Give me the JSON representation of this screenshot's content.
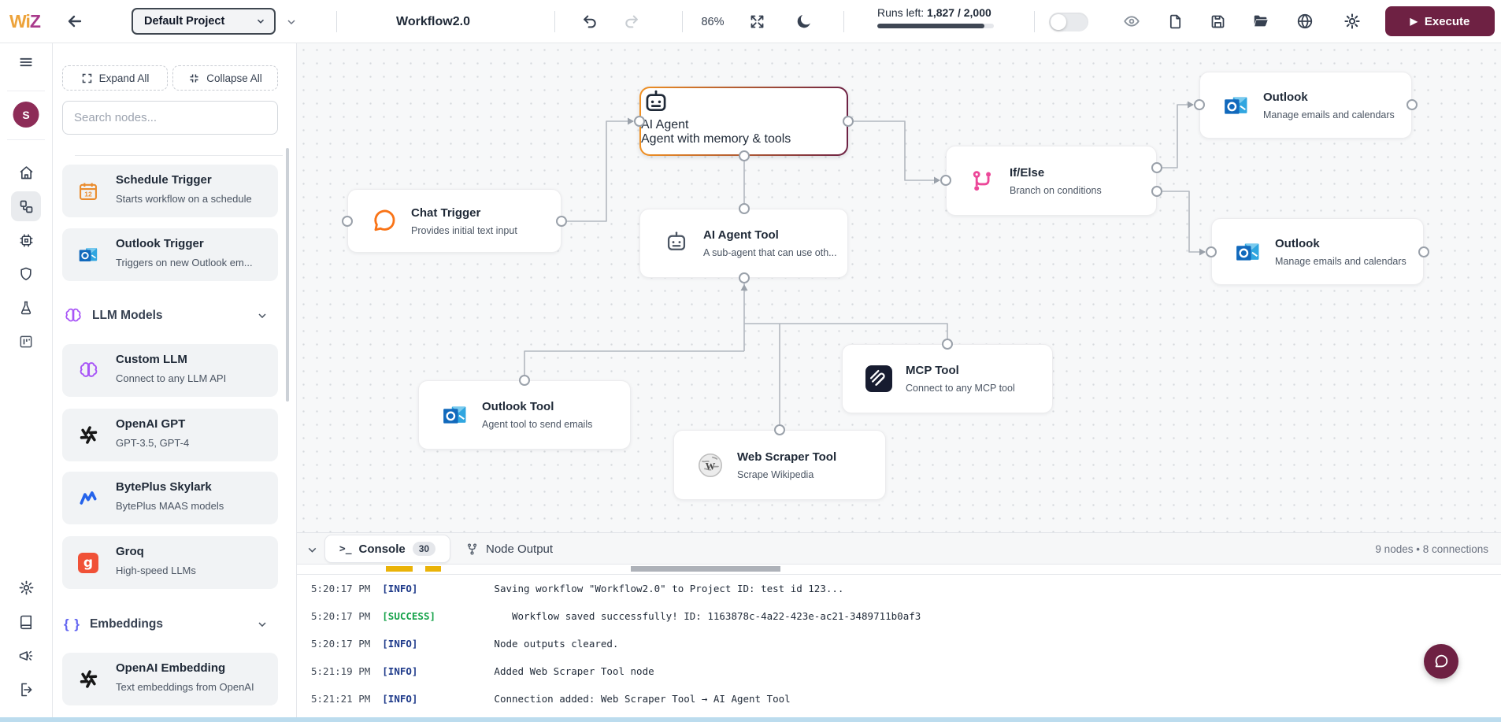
{
  "topbar": {
    "logo": "WiZ",
    "project_select": {
      "value": "Default Project"
    },
    "workflow_title": "Workflow2.0",
    "zoom_level": "86%",
    "runs": {
      "label": "Runs left:",
      "value": "1,827 / 2,000",
      "fraction_used": 0.92
    },
    "execute_label": "Execute",
    "play_glyph": "▶",
    "icons": [
      "back-arrow",
      "undo",
      "redo",
      "fit-view",
      "dark-mode-moon",
      "visibility-eye",
      "new-file",
      "save",
      "open-folder",
      "globe",
      "settings-gear"
    ]
  },
  "rail": {
    "avatar_initial": "S",
    "icons": [
      "menu-hamburger",
      "home",
      "workflows",
      "chip",
      "shield",
      "flask",
      "kanban",
      "settings-gear",
      "docs-book",
      "announcements-megaphone",
      "logout"
    ]
  },
  "panel": {
    "expand_all": "Expand All",
    "collapse_all": "Collapse All",
    "search_placeholder": "Search nodes...",
    "items": [
      {
        "icon": "calendar-12",
        "title": "Schedule Trigger",
        "subtitle": "Starts workflow on a schedule"
      },
      {
        "icon": "outlook",
        "title": "Outlook Trigger",
        "subtitle": "Triggers on new Outlook em..."
      },
      {
        "icon": "brain",
        "label": "LLM Models"
      },
      {
        "icon": "brain",
        "title": "Custom LLM",
        "subtitle": "Connect to any LLM API"
      },
      {
        "icon": "openai",
        "title": "OpenAI GPT",
        "subtitle": "GPT-3.5, GPT-4"
      },
      {
        "icon": "byteplus",
        "title": "BytePlus Skylark",
        "subtitle": "BytePlus MAAS models"
      },
      {
        "icon": "groq",
        "glyph": "g",
        "title": "Groq",
        "subtitle": "High-speed LLMs"
      },
      {
        "icon": "curly-braces",
        "glyph": "{ }",
        "label": "Embeddings"
      },
      {
        "icon": "openai",
        "title": "OpenAI Embedding",
        "subtitle": "Text embeddings from OpenAI"
      }
    ]
  },
  "canvas": {
    "nodes": [
      {
        "id": "chat-trigger",
        "icon": "chat-bubble",
        "title": "Chat Trigger",
        "subtitle": "Provides initial text input"
      },
      {
        "id": "ai-agent",
        "icon": "robot",
        "title": "AI Agent",
        "subtitle": "Agent with memory & tools",
        "selected": true
      },
      {
        "id": "ai-agent-tool",
        "icon": "robot",
        "title": "AI Agent Tool",
        "subtitle": "A sub-agent that can use oth..."
      },
      {
        "id": "if-else",
        "icon": "branch",
        "title": "If/Else",
        "subtitle": "Branch on conditions"
      },
      {
        "id": "outlook-top",
        "icon": "outlook",
        "title": "Outlook",
        "subtitle": "Manage emails and calendars"
      },
      {
        "id": "outlook-bottom",
        "icon": "outlook",
        "title": "Outlook",
        "subtitle": "Manage emails and calendars"
      },
      {
        "id": "outlook-tool",
        "icon": "outlook",
        "title": "Outlook Tool",
        "subtitle": "Agent tool to send emails"
      },
      {
        "id": "mcp-tool",
        "icon": "mcp",
        "title": "MCP Tool",
        "subtitle": "Connect to any MCP tool"
      },
      {
        "id": "web-scraper-tool",
        "icon": "wikipedia-globe",
        "title": "Web Scraper Tool",
        "subtitle": "Scrape Wikipedia"
      }
    ]
  },
  "console": {
    "tab_console": "Console",
    "badge": "30",
    "tab_node_output": "Node Output",
    "summary": "9 nodes • 8 connections",
    "rows": [
      {
        "time": "5:20:17 PM",
        "level": "[INFO]",
        "message": "Saving workflow \"Workflow2.0\" to Project ID: test id 123..."
      },
      {
        "time": "5:20:17 PM",
        "level": "[SUCCESS]",
        "message": "Workflow saved successfully! ID: 1163878c-4a22-423e-ac21-3489711b0af3"
      },
      {
        "time": "5:20:17 PM",
        "level": "[INFO]",
        "message": "Node outputs cleared."
      },
      {
        "time": "5:21:19 PM",
        "level": "[INFO]",
        "message": "Added Web Scraper Tool node"
      },
      {
        "time": "5:21:21 PM",
        "level": "[INFO]",
        "message": "Connection added: Web Scraper Tool → AI Agent Tool"
      }
    ]
  },
  "colors": {
    "accent_maroon": "#6e2143",
    "avatar_maroon": "#8d2c57",
    "selected_node_gradient": [
      "#f09123",
      "#6e2244"
    ],
    "success": "#16a34a",
    "info": "#1e3a8a",
    "warn": "#eab308",
    "wire": "#b2b8bf",
    "orange_trigger": "#f97316",
    "pink_branch": "#ec4899",
    "purple_llm": "#a855f7",
    "groq_red": "#f05137",
    "byteplus_blue": "#2563eb"
  }
}
